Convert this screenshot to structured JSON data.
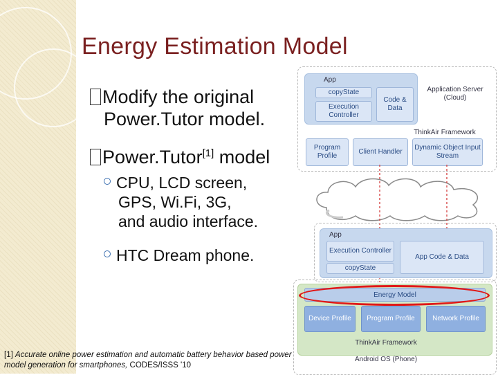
{
  "title": "Energy Estimation Model",
  "bullets": [
    {
      "text": "Modify the original",
      "cont": "Power.Tutor model."
    },
    {
      "text": "Power.Tutor",
      "sup": "[1]",
      "tail": " model"
    }
  ],
  "sub_bullets": [
    {
      "lines": [
        "CPU, LCD screen,",
        "GPS, Wi.Fi, 3G,",
        "and audio interface."
      ]
    },
    {
      "lines": [
        "HTC Dream phone."
      ]
    }
  ],
  "footnote": {
    "ref": "[1] ",
    "italic": "Accurate online power estimation and automatic battery behavior based power model generation for smartphones,",
    "rest": " CODES/ISSS '10"
  },
  "diagram": {
    "cloud_server": {
      "app_label": "App",
      "copy_state": "copyState",
      "execution_controller": "Execution Controller",
      "code_data": "Code & Data",
      "server_label": "Application Server (Cloud)",
      "framework_label": "ThinkAir Framework",
      "program_profile": "Program Profile",
      "client_handler": "Client Handler",
      "dynamic_object": "Dynamic Object Input Stream"
    },
    "phone": {
      "app_label": "App",
      "execution_controller": "Execution Controller",
      "copy_state": "copyState",
      "app_code_data": "App Code & Data",
      "energy_model": "Energy Model",
      "device_profile": "Device Profile",
      "program_profile": "Program Profile",
      "network_profile": "Network Profile",
      "framework_label": "ThinkAir Framework",
      "os_label": "Android OS (Phone)"
    }
  },
  "colors": {
    "title": "#7a2020",
    "highlight": "#e01818",
    "accent_blue": "#3b6fb0"
  }
}
